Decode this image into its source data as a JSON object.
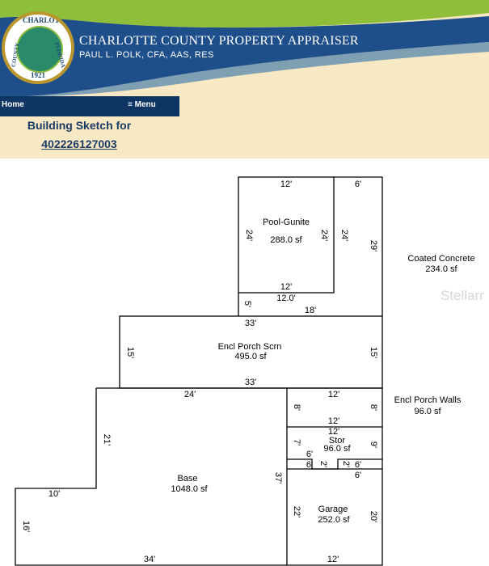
{
  "header": {
    "title": "CHARLOTTE COUNTY PROPERTY APPRAISER",
    "subtitle": "PAUL L. POLK, CFA, AAS, RES",
    "seal": {
      "top": "CHARLOTTE",
      "left": "COUNTY",
      "right": "FLORIDA",
      "year": "1921"
    },
    "colors": {
      "banner": "#1f4f8a",
      "accent_green": "#8fbf3a",
      "band": "#f8e8c4",
      "nav": "#0f3564"
    }
  },
  "nav": {
    "home": "Home",
    "menu": "≡ Menu"
  },
  "page": {
    "heading": "Building Sketch for",
    "parcel": "402226127003"
  },
  "watermark": "Stellarr",
  "sketch": {
    "pool": {
      "name": "Pool-Gunite",
      "area": "288.0 sf"
    },
    "coated": {
      "name": "Coated Concrete",
      "area": "234.0 sf"
    },
    "porch_scrn": {
      "name": "Encl Porch Scrn",
      "area": "495.0 sf"
    },
    "porch_walls": {
      "name": "Encl Porch Walls",
      "area": "96.0 sf"
    },
    "stor": {
      "name": "Stor",
      "area": "96.0 sf"
    },
    "base": {
      "name": "Base",
      "area": "1048.0 sf"
    },
    "garage": {
      "name": "Garage",
      "area": "252.0 sf"
    },
    "dims": {
      "pool_top": "12'",
      "coated_top": "6'",
      "pool_left": "24'",
      "pool_right": "24'",
      "coated_inner": "24'",
      "coated_right": "29'",
      "pool_bottom": "12'",
      "step_12": "12.0'",
      "step_5": "5'",
      "step_18": "18'",
      "porch_top": "33'",
      "porch_left": "15'",
      "porch_right": "15'",
      "porch_bottom": "33'",
      "base_top": "24'",
      "walls_top": "12'",
      "walls_left": "8'",
      "walls_right": "8'",
      "walls_bottom": "12'",
      "stor_top": "12'",
      "stor_left": "7'",
      "stor_right": "9'",
      "stor_6a": "6'",
      "stor_6b": "6'",
      "stor_2a": "2'",
      "stor_2b": "2'",
      "stor_6c": "6'",
      "garage_top": "6'",
      "base_left_upper": "21'",
      "base_right": "37'",
      "garage_left": "22'",
      "garage_right": "20'",
      "base_step": "10'",
      "base_left_lower": "16'",
      "base_bottom": "34'",
      "garage_bottom": "12'"
    }
  }
}
